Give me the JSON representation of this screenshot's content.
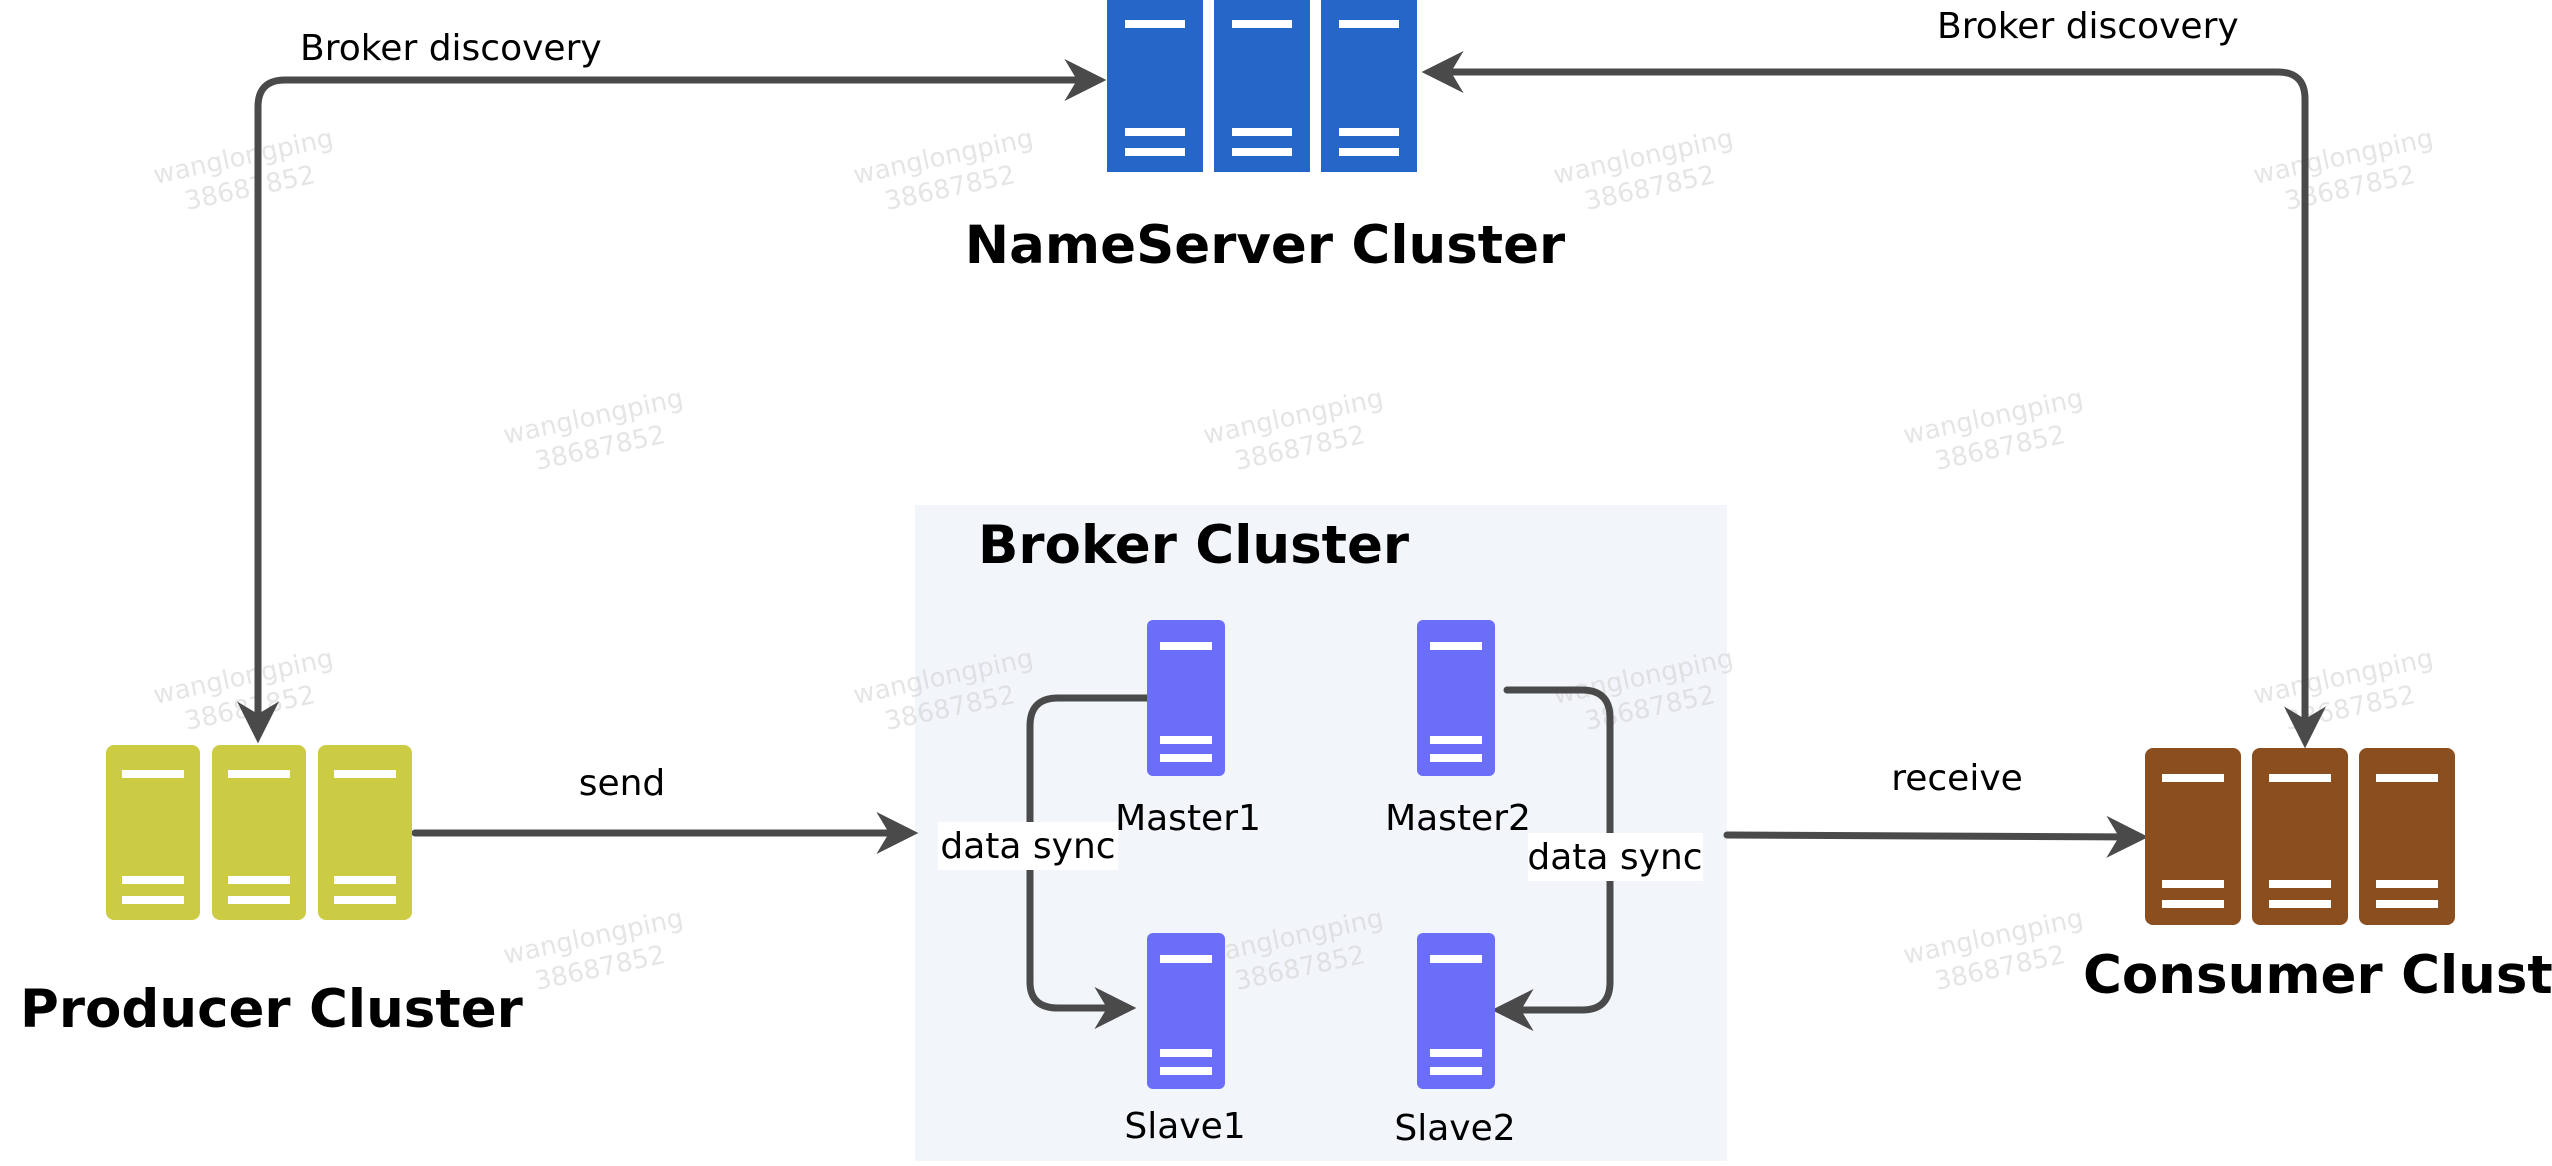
{
  "colors": {
    "nameserver": "#2766C9",
    "broker_node": "#6B6EF8",
    "producer": "#CCCC44",
    "consumer": "#8B4E1E",
    "broker_bg": "#F2F5FA",
    "arrow": "#4A4A4A"
  },
  "nameserver": {
    "label": "NameServer Cluster",
    "icon": "server-rack-icon"
  },
  "producer": {
    "label": "Producer Cluster",
    "icon": "server-rack-icon"
  },
  "consumer": {
    "label": "Consumer Cluster",
    "icon": "server-rack-icon"
  },
  "broker": {
    "title": "Broker Cluster",
    "nodes": {
      "master1": "Master1",
      "master2": "Master2",
      "slave1": "Slave1",
      "slave2": "Slave2"
    },
    "sync_label_left": "data sync",
    "sync_label_right": "data sync"
  },
  "edges": {
    "discovery_left": "Broker discovery",
    "discovery_right": "Broker discovery",
    "send": "send",
    "receive": "receive"
  },
  "watermark": {
    "name": "wanglongping",
    "id": "38687852"
  }
}
